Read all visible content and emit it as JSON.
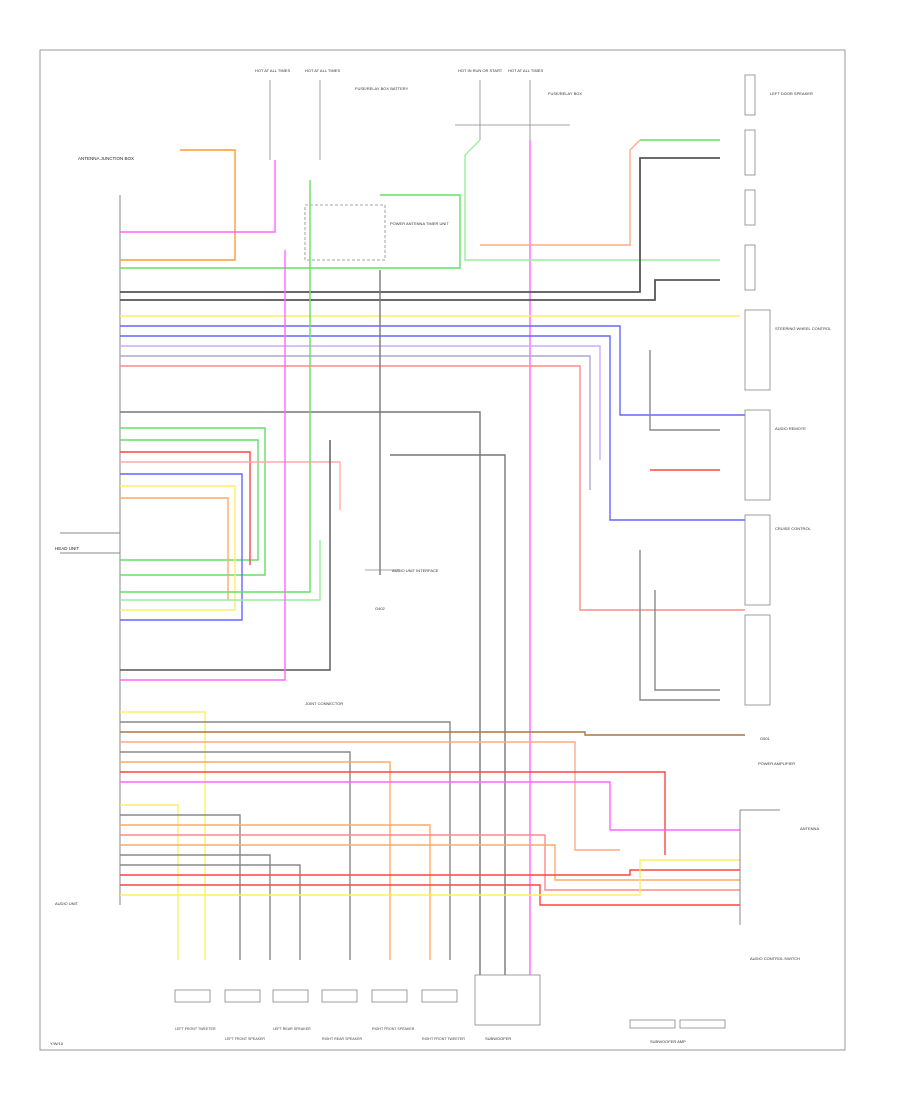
{
  "page": {
    "corner_code": "Y/W/10"
  },
  "labels": {
    "antenna_top_left": "ANTENNA JUNCTION BOX",
    "fuse_left": "HOT AT ALL TIMES",
    "fuse_mid": "HOT AT ALL TIMES",
    "fuse_mid_note": "FUSE/RELAY BOX BATTERY",
    "fuse_right_1": "HOT IN RUN OR START",
    "fuse_right_2": "HOT AT ALL TIMES",
    "fuse_right_note": "FUSE/RELAY BOX",
    "relay_box": "POWER ANTENNA TIMER UNIT",
    "ground_mid": "G402",
    "connector_mid": "AUDIO UNIT INTERFACE",
    "ground_right": "G501",
    "power_right": "POWER AMPLIFIER",
    "amp_left": "AUDIO UNIT",
    "center_junction": "JOINT CONNECTOR",
    "speaker_1": "LEFT FRONT TWEETER",
    "speaker_2": "LEFT FRONT SPEAKER",
    "speaker_3": "LEFT REAR SPEAKER",
    "speaker_4": "RIGHT REAR SPEAKER",
    "speaker_5": "RIGHT FRONT SPEAKER",
    "speaker_6": "RIGHT FRONT TWEETER",
    "bottom_mid": "SUBWOOFER",
    "bottom_right": "SUBWOOFER AMP",
    "right_box": "AUDIO CONTROL SWITCH",
    "right_sw_1": "LEFT DOOR SPEAKER",
    "right_sw_2": "STEERING WHEEL CONTROL",
    "right_sw_3": "AUDIO REMOTE",
    "right_sw_4": "CRUISE CONTROL",
    "side_note": "ANTENNA",
    "left_conn": "HEAD UNIT"
  },
  "colors": {
    "pink": "#ff66ff",
    "red": "#ff4444",
    "green": "#66dd66",
    "blue": "#6666ff",
    "yellow": "#ffee66",
    "orange": "#ff9933",
    "violet": "#cc88ff",
    "black": "#444444",
    "brown": "#aa7744",
    "lightgreen": "#99ee99"
  }
}
